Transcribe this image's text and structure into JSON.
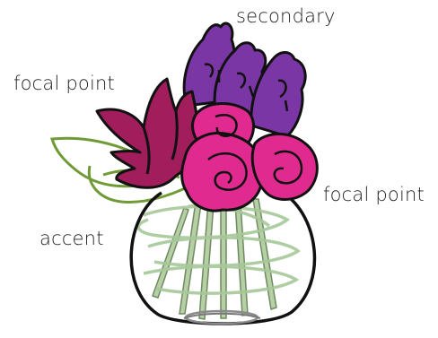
{
  "labels": {
    "secondary": "secondary",
    "focal_point_left": "focal point",
    "focal_point_right": "focal point",
    "accent": "accent"
  },
  "colors": {
    "secondary_flower": "#7b36a6",
    "focal_left_flower": "#a11d5c",
    "focal_right_flower": "#e02a8f",
    "accent_leaf": "#6f9a36",
    "vase_swirl": "#a7c89a",
    "stems": "#8aa878",
    "outline": "#111111"
  }
}
